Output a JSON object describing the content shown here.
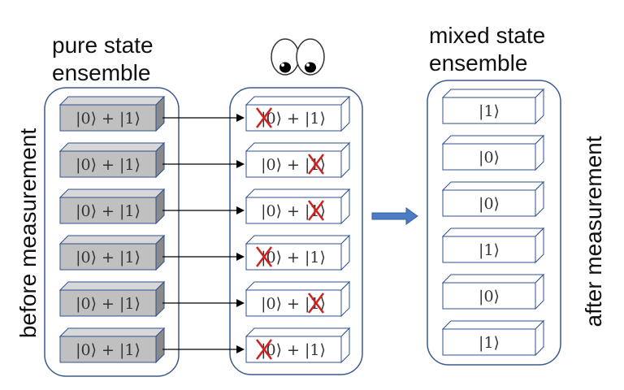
{
  "labels": {
    "pure_title_line1": "pure state",
    "pure_title_line2": "ensemble",
    "mixed_title_line1": "mixed state",
    "mixed_title_line2": "ensemble",
    "before": "before measurement",
    "after": "after measurement"
  },
  "pure_states": [
    "|0⟩ + |1⟩",
    "|0⟩ + |1⟩",
    "|0⟩ + |1⟩",
    "|0⟩ + |1⟩",
    "|0⟩ + |1⟩",
    "|0⟩ + |1⟩"
  ],
  "measured_states": [
    {
      "text": "|0⟩ + |1⟩",
      "crossed": "first"
    },
    {
      "text": "|0⟩ + |1⟩",
      "crossed": "second"
    },
    {
      "text": "|0⟩ + |1⟩",
      "crossed": "second"
    },
    {
      "text": "|0⟩ + |1⟩",
      "crossed": "first"
    },
    {
      "text": "|0⟩ + |1⟩",
      "crossed": "second"
    },
    {
      "text": "|0⟩ + |1⟩",
      "crossed": "first"
    }
  ],
  "mixed_states": [
    "|1⟩",
    "|0⟩",
    "|0⟩",
    "|1⟩",
    "|0⟩",
    "|1⟩"
  ],
  "colors": {
    "container_border": "#3a5a90",
    "box_border": "#2f4f8f",
    "pure_box_fill": "#c0c0c0",
    "pure_box_side": "#8a8a8a",
    "arrow_fill": "#4a7bc4",
    "cross": "#d02020"
  },
  "icons": {
    "observer": "eyes-icon",
    "transition": "right-arrow-icon",
    "measurement_result": "cross-icon"
  }
}
